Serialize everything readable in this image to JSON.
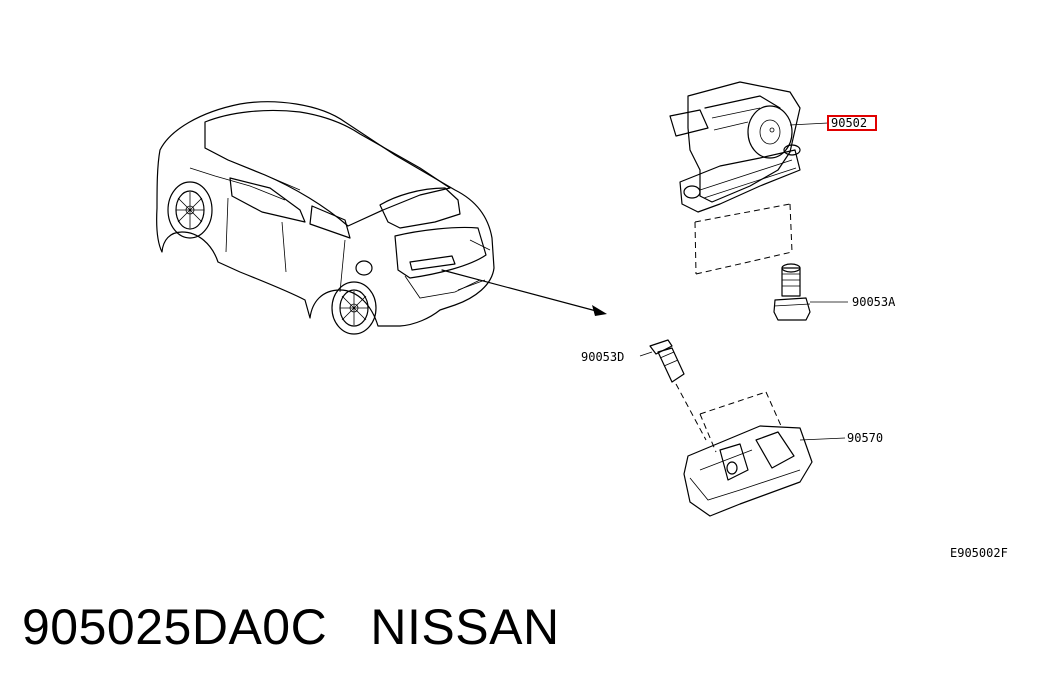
{
  "callouts": {
    "p90502": "90502",
    "p90053a": "90053A",
    "p90053d": "90053D",
    "p90570": "90570",
    "ref_code": "E905002F"
  },
  "highlight_color": "#e00000",
  "caption": {
    "part_number": "905025DA0C",
    "brand": "NISSAN"
  }
}
